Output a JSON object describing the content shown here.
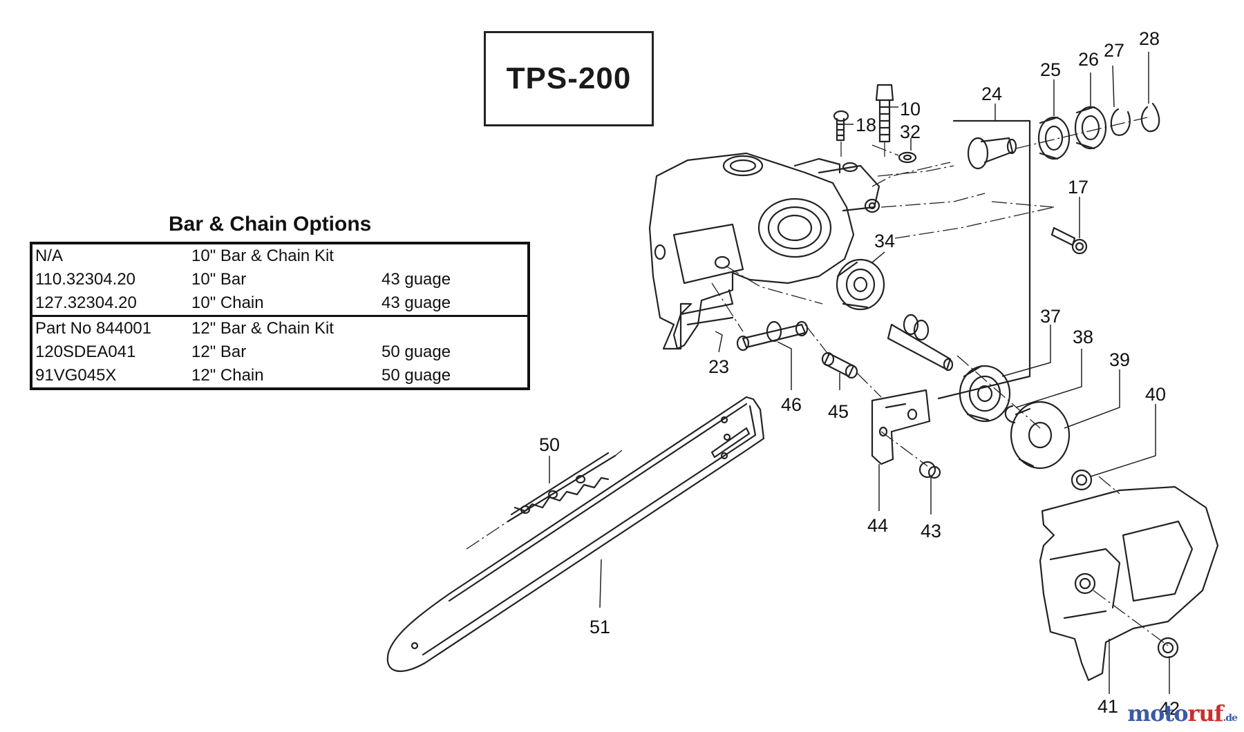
{
  "model_title": "TPS-200",
  "options_table": {
    "heading": "Bar & Chain Options",
    "groups": [
      {
        "rows": [
          {
            "part_no": "N/A",
            "description": "10\" Bar & Chain Kit",
            "gauge": ""
          },
          {
            "part_no": "110.32304.20",
            "description": "10\" Bar",
            "gauge": "43 guage"
          },
          {
            "part_no": "127.32304.20",
            "description": "10\" Chain",
            "gauge": "43 guage"
          }
        ]
      },
      {
        "rows": [
          {
            "part_no": "Part No 844001",
            "description": "12\" Bar & Chain Kit",
            "gauge": ""
          },
          {
            "part_no": "120SDEA041",
            "description": "12\" Bar",
            "gauge": "50 guage"
          },
          {
            "part_no": "91VG045X",
            "description": "12\" Chain",
            "gauge": "50 guage"
          }
        ]
      }
    ]
  },
  "callouts": [
    "10",
    "18",
    "32",
    "24",
    "25",
    "26",
    "27",
    "28",
    "17",
    "34",
    "23",
    "46",
    "45",
    "37",
    "38",
    "39",
    "40",
    "44",
    "43",
    "50",
    "51",
    "41",
    "42"
  ],
  "watermark": {
    "brand_a": "moto",
    "brand_b": "ruf",
    "suffix": ".de"
  },
  "colors": {
    "line": "#222222",
    "watermark_blue": "#3b5aa6",
    "watermark_red": "#c9302c"
  }
}
